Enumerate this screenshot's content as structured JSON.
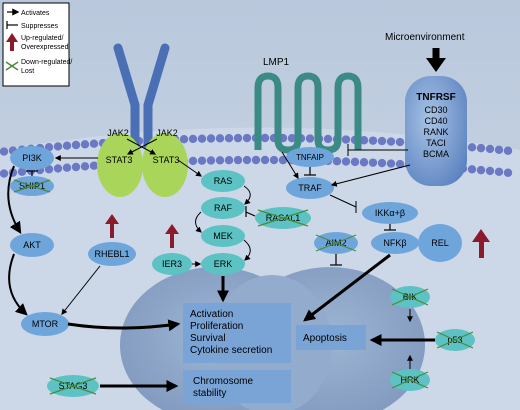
{
  "legend": {
    "activates": "Activates",
    "suppresses": "Suppresses",
    "upregulated": "Up-regulated/\nOverexpressed",
    "downregulated": "Down-regulated/\nLost"
  },
  "labels": {
    "lmp1": "LMP1",
    "microenvironment": "Microenvironment",
    "tnfrsf_title": "TNFRSF",
    "tnfrsf_members": [
      "CD30",
      "CD40",
      "RANK",
      "TACI",
      "BCMA"
    ]
  },
  "nodes": {
    "jak2_left": "JAK2",
    "jak2_right": "JAK2",
    "stat3_left": "STAT3",
    "stat3_right": "STAT3",
    "pi3k": "PI3K",
    "ship1": "SHIP1",
    "akt": "AKT",
    "mtor": "MTOR",
    "rhebl1": "RHEBL1",
    "ras": "RAS",
    "raf": "RAF",
    "mek": "MEK",
    "erk": "ERK",
    "rasal1": "RASAL1",
    "ier3": "IER3",
    "tnfaip": "TNFAIP",
    "traf": "TRAF",
    "ikk": "IKKα+β",
    "aim2": "AIM2",
    "nfkb": "NFKβ",
    "rel": "REL",
    "bik": "BIK",
    "hrk": "HRK",
    "p53": "p53",
    "stag3": "STAG3"
  },
  "outcome_boxes": {
    "processes": [
      "Activation",
      "Proliferation",
      "Survival",
      "Cytokine secretion"
    ],
    "apoptosis": "Apoptosis",
    "chromosome": [
      "Chromosome",
      "stability"
    ]
  },
  "colors": {
    "background": "#c6d3e3",
    "membrane_bead": "#6b79c4",
    "node_fill": "#5cc2c4",
    "blue_node_fill": "#6ea6dc",
    "stat_fill": "#a9d55a",
    "receptor": "#4a6fb5",
    "up_arrow": "#8b1a2b",
    "down_cross": "#4a8a3a"
  }
}
